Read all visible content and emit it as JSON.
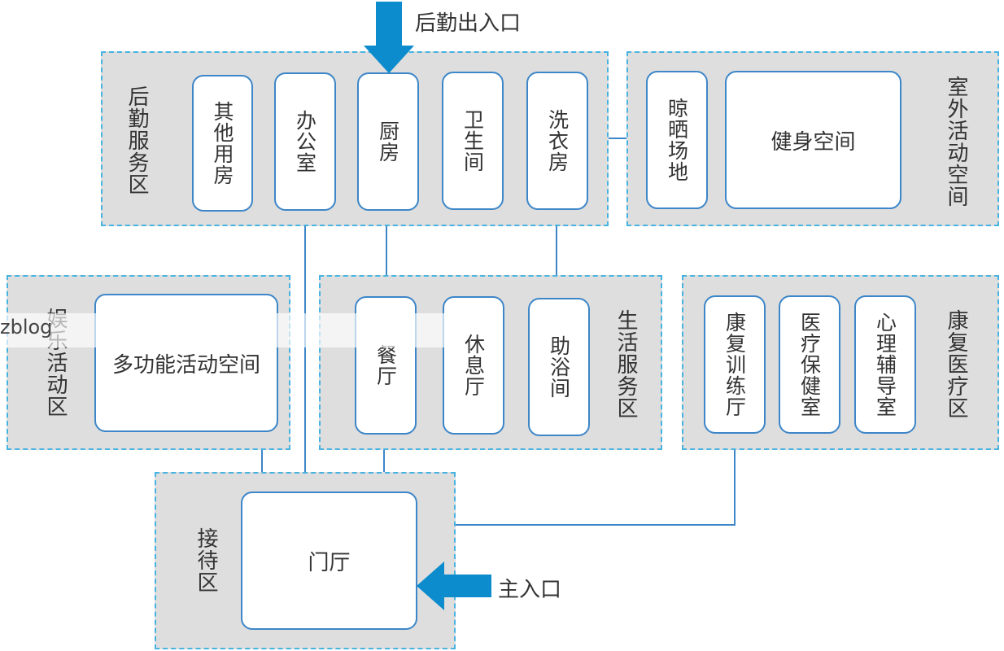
{
  "entrances": {
    "logistics": "后勤出入口",
    "main": "主入口"
  },
  "zones": {
    "logistics_service": {
      "label": "后勤服务区",
      "rooms": [
        "其他用房",
        "办公室",
        "厨房",
        "卫生间",
        "洗衣房"
      ]
    },
    "outdoor_activity": {
      "label": "室外活动空间",
      "rooms": [
        "晾晒场地",
        "健身空间"
      ]
    },
    "entertainment": {
      "label": "娱乐活动区",
      "rooms": [
        "多功能活动空间"
      ]
    },
    "life_service": {
      "label": "生活服务区",
      "rooms": [
        "餐厅",
        "休息厅",
        "助浴间"
      ]
    },
    "rehab_medical": {
      "label": "康复医疗区",
      "rooms": [
        "康复训练厅",
        "医疗保健室",
        "心理辅导室"
      ]
    },
    "reception": {
      "label": "接待区",
      "rooms": [
        "门厅"
      ]
    }
  },
  "watermark": "zblog",
  "colors": {
    "zone_fill": "#dedede",
    "zone_border": "#47b3e1",
    "room_border": "#3d86c8",
    "arrow": "#0c8ccd",
    "connector": "#3d86c8"
  }
}
